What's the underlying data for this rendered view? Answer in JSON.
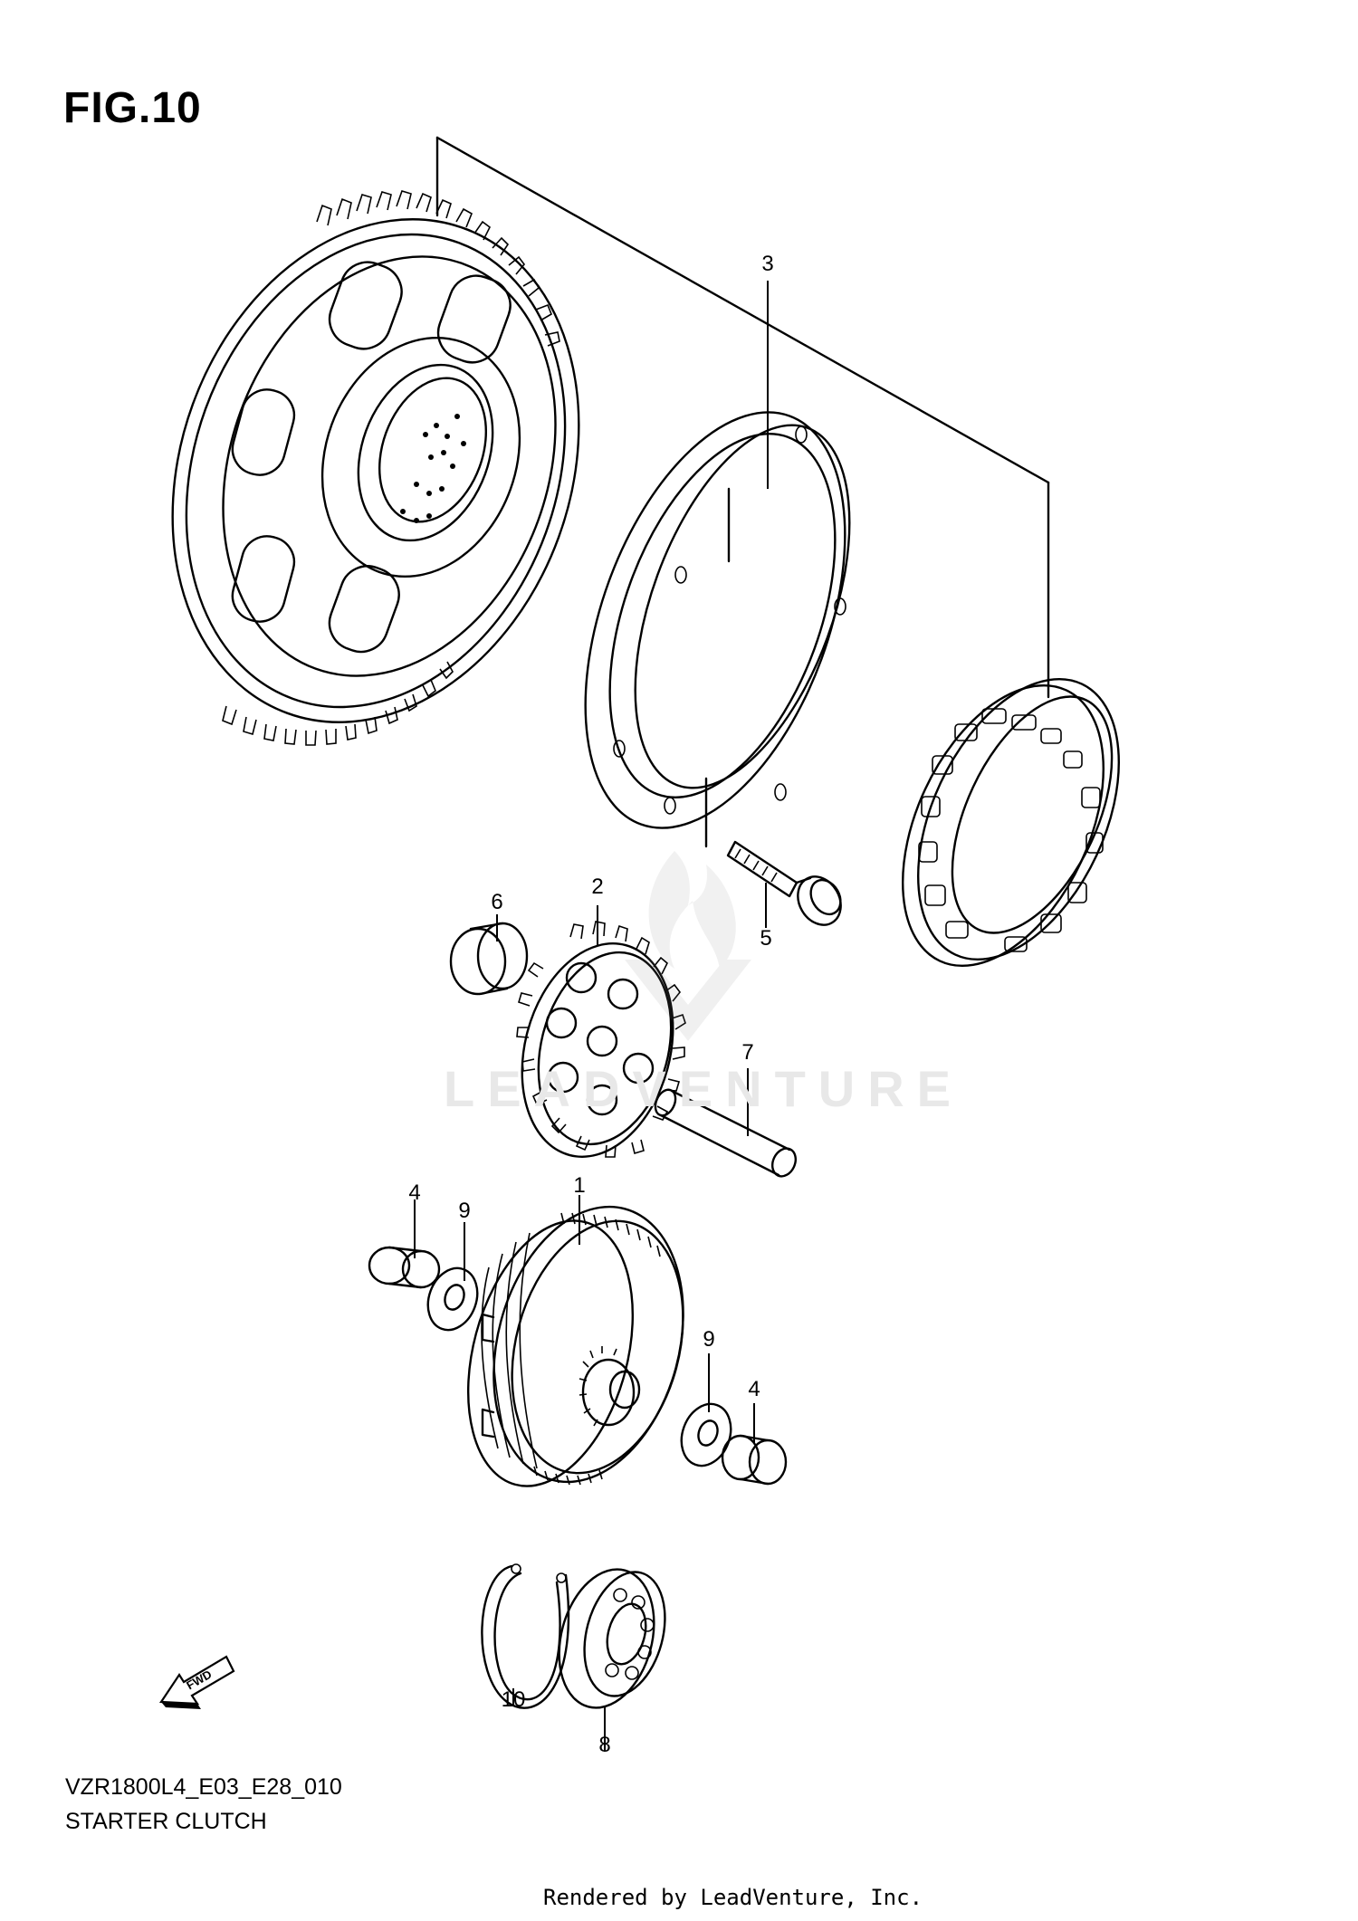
{
  "figure": {
    "title": "FIG.10",
    "model_code": "VZR1800L4_E03_E28_010",
    "section_title": "STARTER CLUTCH"
  },
  "watermark": {
    "text": "LEADVENTURE"
  },
  "footer": {
    "text": "Rendered by LeadVenture, Inc."
  },
  "fwd_arrow": {
    "label": "FWD"
  },
  "callouts": [
    {
      "id": "c3",
      "label": "3"
    },
    {
      "id": "c6",
      "label": "6"
    },
    {
      "id": "c2",
      "label": "2"
    },
    {
      "id": "c5",
      "label": "5"
    },
    {
      "id": "c7",
      "label": "7"
    },
    {
      "id": "c4a",
      "label": "4"
    },
    {
      "id": "c9a",
      "label": "9"
    },
    {
      "id": "c1",
      "label": "1"
    },
    {
      "id": "c9b",
      "label": "9"
    },
    {
      "id": "c4b",
      "label": "4"
    },
    {
      "id": "c10",
      "label": "10"
    },
    {
      "id": "c8",
      "label": "8"
    }
  ]
}
